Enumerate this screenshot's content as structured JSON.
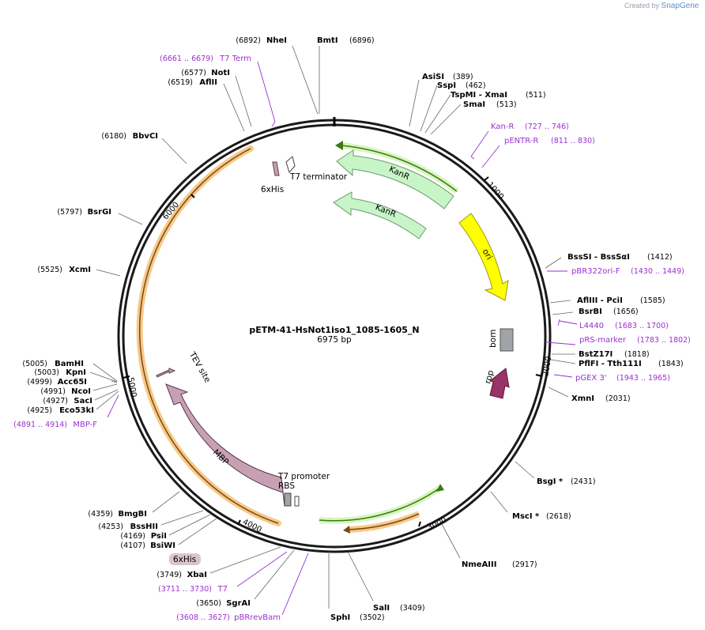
{
  "credit": {
    "created_by": "Created by",
    "brand": "SnapGene"
  },
  "map": {
    "name": "pETM-41-HsNot1iso1_1085-1605_N",
    "size_label": "6975 bp",
    "total_bp": 6975
  },
  "ticks": [
    {
      "bp": 1000,
      "label": "1000"
    },
    {
      "bp": 2000,
      "label": "2000"
    },
    {
      "bp": 3000,
      "label": "3000"
    },
    {
      "bp": 4000,
      "label": "4000"
    },
    {
      "bp": 5000,
      "label": "5000"
    },
    {
      "bp": 6000,
      "label": "6000"
    }
  ],
  "sites": [
    {
      "id": "nhei",
      "name": "NheI",
      "pos": "(6892)",
      "bp": 6892,
      "side": "L"
    },
    {
      "id": "bmti",
      "name": "BmtI",
      "pos": "(6896)",
      "bp": 6896,
      "side": "R"
    },
    {
      "id": "noti",
      "name": "NotI",
      "pos": "(6577)",
      "bp": 6577,
      "side": "L"
    },
    {
      "id": "aflii",
      "name": "AflII",
      "pos": "(6519)",
      "bp": 6519,
      "side": "L"
    },
    {
      "id": "bbvci",
      "name": "BbvCI",
      "pos": "(6180)",
      "bp": 6180,
      "side": "L"
    },
    {
      "id": "bsrgi",
      "name": "BsrGI",
      "pos": "(5797)",
      "bp": 5797,
      "side": "L"
    },
    {
      "id": "xcmi",
      "name": "XcmI",
      "pos": "(5525)",
      "bp": 5525,
      "side": "L"
    },
    {
      "id": "asisi",
      "name": "AsiSI",
      "pos": "(389)",
      "bp": 389,
      "side": "R"
    },
    {
      "id": "sspi",
      "name": "SspI",
      "pos": "(462)",
      "bp": 462,
      "side": "R"
    },
    {
      "id": "tspmi",
      "name": "TspMI - XmaI",
      "pos": "(511)",
      "bp": 511,
      "side": "R"
    },
    {
      "id": "smai",
      "name": "SmaI",
      "pos": "(513)",
      "bp": 513,
      "side": "R"
    },
    {
      "id": "bsssi",
      "name": "BssSI - BssSαI",
      "pos": "(1412)",
      "bp": 1412,
      "side": "R"
    },
    {
      "id": "afliii",
      "name": "AflIII - PciI",
      "pos": "(1585)",
      "bp": 1585,
      "side": "R"
    },
    {
      "id": "bsrbi",
      "name": "BsrBI",
      "pos": "(1656)",
      "bp": 1656,
      "side": "R"
    },
    {
      "id": "bstz17i",
      "name": "BstZ17I",
      "pos": "(1818)",
      "bp": 1818,
      "side": "R"
    },
    {
      "id": "pflfi",
      "name": "PflFI - Tth111I",
      "pos": "(1843)",
      "bp": 1843,
      "side": "R"
    },
    {
      "id": "xmni",
      "name": "XmnI",
      "pos": "(2031)",
      "bp": 2031,
      "side": "R"
    },
    {
      "id": "bsgi",
      "name": "BsgI *",
      "pos": "(2431)",
      "bp": 2431,
      "side": "R"
    },
    {
      "id": "msci",
      "name": "MscI *",
      "pos": "(2618)",
      "bp": 2618,
      "side": "R"
    },
    {
      "id": "nmeaiii",
      "name": "NmeAIII",
      "pos": "(2917)",
      "bp": 2917,
      "side": "R"
    },
    {
      "id": "sali",
      "name": "SalI",
      "pos": "(3409)",
      "bp": 3409,
      "side": "R"
    },
    {
      "id": "sphi",
      "name": "SphI",
      "pos": "(3502)",
      "bp": 3502,
      "side": "R"
    },
    {
      "id": "sgrai",
      "name": "SgrAI",
      "pos": "(3650)",
      "bp": 3650,
      "side": "L"
    },
    {
      "id": "xbai",
      "name": "XbaI",
      "pos": "(3749)",
      "bp": 3749,
      "side": "L"
    },
    {
      "id": "bsiwi",
      "name": "BsiWI",
      "pos": "(4107)",
      "bp": 4107,
      "side": "L"
    },
    {
      "id": "psii",
      "name": "PsiI",
      "pos": "(4169)",
      "bp": 4169,
      "side": "L"
    },
    {
      "id": "bsshii",
      "name": "BssHII",
      "pos": "(4253)",
      "bp": 4253,
      "side": "L"
    },
    {
      "id": "bmgbi",
      "name": "BmgBI",
      "pos": "(4359)",
      "bp": 4359,
      "side": "L"
    },
    {
      "id": "bamhi",
      "name": "BamHI",
      "pos": "(5005)",
      "bp": 5005,
      "side": "L"
    },
    {
      "id": "kpni",
      "name": "KpnI",
      "pos": "(5003)",
      "bp": 5003,
      "side": "L"
    },
    {
      "id": "acc65i",
      "name": "Acc65I",
      "pos": "(4999)",
      "bp": 4999,
      "side": "L"
    },
    {
      "id": "ncoi",
      "name": "NcoI",
      "pos": "(4991)",
      "bp": 4991,
      "side": "L"
    },
    {
      "id": "saci",
      "name": "SacI",
      "pos": "(4927)",
      "bp": 4927,
      "side": "L"
    },
    {
      "id": "eco53ki",
      "name": "Eco53kI",
      "pos": "(4925)",
      "bp": 4925,
      "side": "L"
    }
  ],
  "primers": [
    {
      "id": "t7term",
      "name": "T7 Term",
      "pos": "(6661 .. 6679)",
      "side": "L"
    },
    {
      "id": "kanr",
      "name": "Kan-R",
      "pos": "(727 .. 746)",
      "side": "R"
    },
    {
      "id": "pentr",
      "name": "pENTR-R",
      "pos": "(811 .. 830)",
      "side": "R"
    },
    {
      "id": "pbr322",
      "name": "pBR322ori-F",
      "pos": "(1430 .. 1449)",
      "side": "R"
    },
    {
      "id": "l4440",
      "name": "L4440",
      "pos": "(1683 .. 1700)",
      "side": "R"
    },
    {
      "id": "prs",
      "name": "pRS-marker",
      "pos": "(1783 .. 1802)",
      "side": "R"
    },
    {
      "id": "pgex3",
      "name": "pGEX 3'",
      "pos": "(1943 .. 1965)",
      "side": "R"
    },
    {
      "id": "mbpf",
      "name": "MBP-F",
      "pos": "(4891 .. 4914)",
      "side": "L"
    },
    {
      "id": "t7",
      "name": "T7",
      "pos": "(3711 .. 3730)",
      "side": "L"
    },
    {
      "id": "pbrrev",
      "name": "pBRrevBam",
      "pos": "(3608 .. 3627)",
      "side": "L"
    }
  ],
  "features": {
    "kanr_outer": "KanR",
    "kanr_inner": "KanR",
    "ori": "ori",
    "bom": "bom",
    "rop": "rop",
    "mbp": "MBP",
    "tev": "TEV site",
    "his6_top": "6xHis",
    "t7term": "T7 terminator",
    "t7prom": "T7 promoter",
    "rbs": "RBS",
    "his6_tag": "6xHis"
  },
  "colors": {
    "ring": "#1a1a1a",
    "kanr_fill": "#c8f5c8",
    "kanr_stroke": "#6a9a6a",
    "ori_fill": "#ffff00",
    "bom_fill": "#a0a4a8",
    "rop_fill": "#9a3366",
    "mbp_fill": "#c8a0b4",
    "orange_band": "#f7c98a",
    "green_band": "#4a8a1a",
    "primer": "#9b30d0"
  }
}
